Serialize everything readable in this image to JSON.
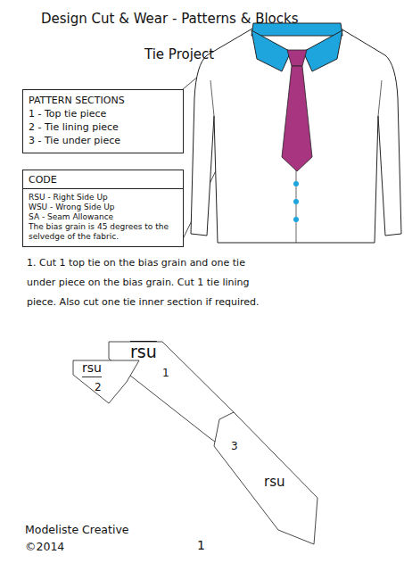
{
  "diagram": {
    "title": "Design Cut & Wear - Patterns & Blocks",
    "nodes": [
      {
        "text": [
          "PATTERN SECTIONS",
          "1 - Top tie piece",
          "2 - Tie lining piece",
          "3 - Tie under piece"
        ]
      },
      {
        "text": [
          "CODE",
          "RSU - Right Side Up",
          "WSU - Wrong Side Up",
          "SA - Seam Allowance",
          "The bias grain is 45 degrees to the selvedge of the fabric."
        ]
      },
      {
        "text": [
          "rsu",
          "1"
        ]
      },
      {
        "text": [
          "rsu",
          "2"
        ]
      },
      {
        "text": [
          "3",
          "rsu"
        ]
      }
    ],
    "labels": [
      "Tie Project",
      "1. Cut 1 top tie on the bias grain and one tie under piece on the bias grain. Cut 1 tie lining piece. Also cut one tie inner section if required.",
      "Modeliste Creative",
      "©2014",
      "1"
    ]
  }
}
